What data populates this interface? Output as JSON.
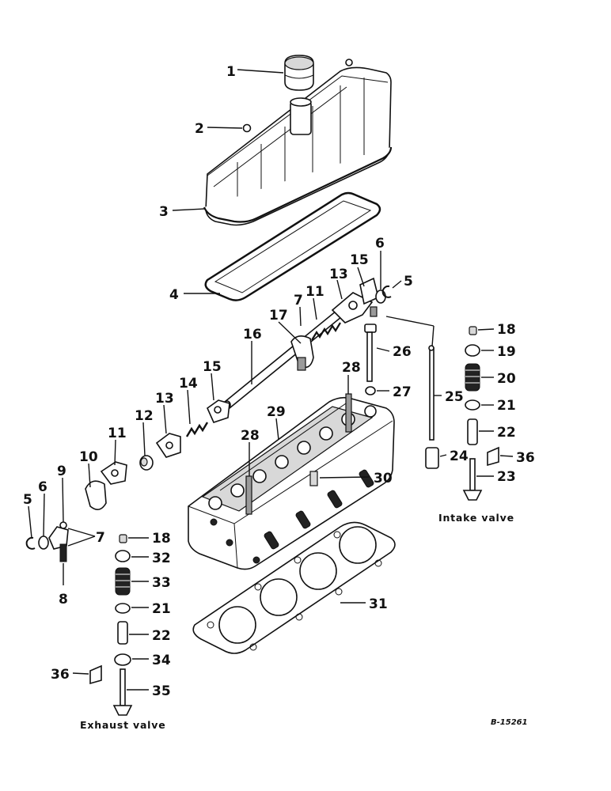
{
  "callouts": {
    "c1": "1",
    "c2": "2",
    "c3": "3",
    "c4": "4",
    "c5a": "5",
    "c5b": "5",
    "c6a": "6",
    "c6b": "6",
    "c7a": "7",
    "c7b": "7",
    "c8": "8",
    "c9": "9",
    "c10": "10",
    "c11a": "11",
    "c11b": "11",
    "c12": "12",
    "c13a": "13",
    "c13b": "13",
    "c14": "14",
    "c15a": "15",
    "c15b": "15",
    "c16": "16",
    "c17": "17",
    "c18a": "18",
    "c18b": "18",
    "c19": "19",
    "c20": "20",
    "c21a": "21",
    "c21b": "21",
    "c22a": "22",
    "c22b": "22",
    "c23": "23",
    "c24": "24",
    "c25": "25",
    "c26": "26",
    "c27": "27",
    "c28a": "28",
    "c28b": "28",
    "c29": "29",
    "c30": "30",
    "c31": "31",
    "c32": "32",
    "c33": "33",
    "c34": "34",
    "c35": "35",
    "c36a": "36",
    "c36b": "36"
  },
  "captions": {
    "intake": "Intake valve",
    "exhaust": "Exhaust valve"
  },
  "reference": "B-15261"
}
